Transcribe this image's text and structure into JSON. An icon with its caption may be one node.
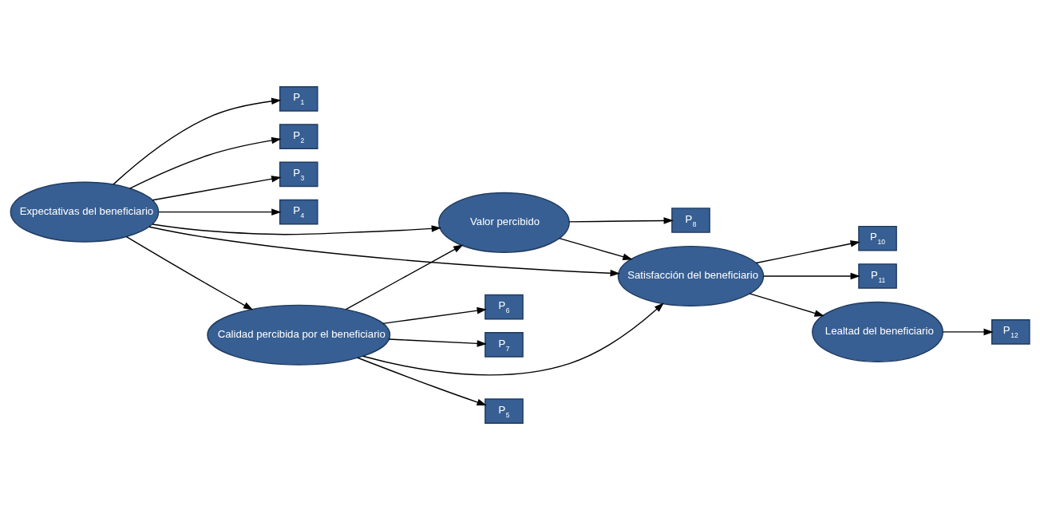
{
  "diagram": {
    "nodes": [
      {
        "text": [
          "P$_{1}$"
        ]
      },
      {
        "text": [
          "P$_{2}$"
        ]
      },
      {
        "text": [
          "P$_{3}$"
        ]
      },
      {
        "text": [
          "P$_{4}$"
        ]
      },
      {
        "text": [
          "Expectativas del beneficiario"
        ]
      },
      {
        "text": [
          "P$_{8}$"
        ]
      },
      {
        "text": [
          "Valor percibido"
        ]
      },
      {
        "text": [
          "Satisfacción del beneficiario"
        ]
      },
      {
        "text": [
          "P$_{12}$"
        ]
      },
      {
        "text": [
          "P$_{10}$"
        ]
      },
      {
        "text": [
          "P$_{11}$"
        ]
      },
      {
        "text": [
          "P$_{5}$"
        ]
      },
      {
        "text": [
          "P$_{6}$"
        ]
      },
      {
        "text": [
          "P$_{7}$"
        ]
      },
      {
        "text": [
          "Calidad percibida por el beneficiario"
        ]
      },
      {
        "text": [
          "Lealtad del beneficiario"
        ]
      }
    ],
    "edges": [
      {
        "from": 4,
        "to": 0,
        "arrow": "to"
      },
      {
        "from": 4,
        "to": 1,
        "arrow": "to"
      },
      {
        "from": 4,
        "to": 2,
        "arrow": "to"
      },
      {
        "from": 4,
        "to": 3,
        "arrow": "to"
      },
      {
        "from": 4,
        "to": 6,
        "arrow": "to"
      },
      {
        "from": 4,
        "to": 7,
        "arrow": "to"
      },
      {
        "from": 4,
        "to": 14,
        "arrow": "to"
      },
      {
        "from": 6,
        "to": 5,
        "arrow": "to"
      },
      {
        "from": 6,
        "to": 7,
        "arrow": "to"
      },
      {
        "from": 14,
        "to": 6,
        "arrow": "to"
      },
      {
        "from": 14,
        "to": 7,
        "arrow": "to"
      },
      {
        "from": 7,
        "to": 9,
        "arrow": "to"
      },
      {
        "from": 7,
        "to": 10,
        "arrow": "to"
      },
      {
        "from": 7,
        "to": 15,
        "arrow": "to"
      },
      {
        "from": 15,
        "to": 8,
        "arrow": "to"
      },
      {
        "from": 14,
        "to": 11,
        "arrow": "to"
      },
      {
        "from": 14,
        "to": 12,
        "arrow": "to"
      },
      {
        "from": 14,
        "to": 13,
        "arrow": "to"
      }
    ]
  }
}
